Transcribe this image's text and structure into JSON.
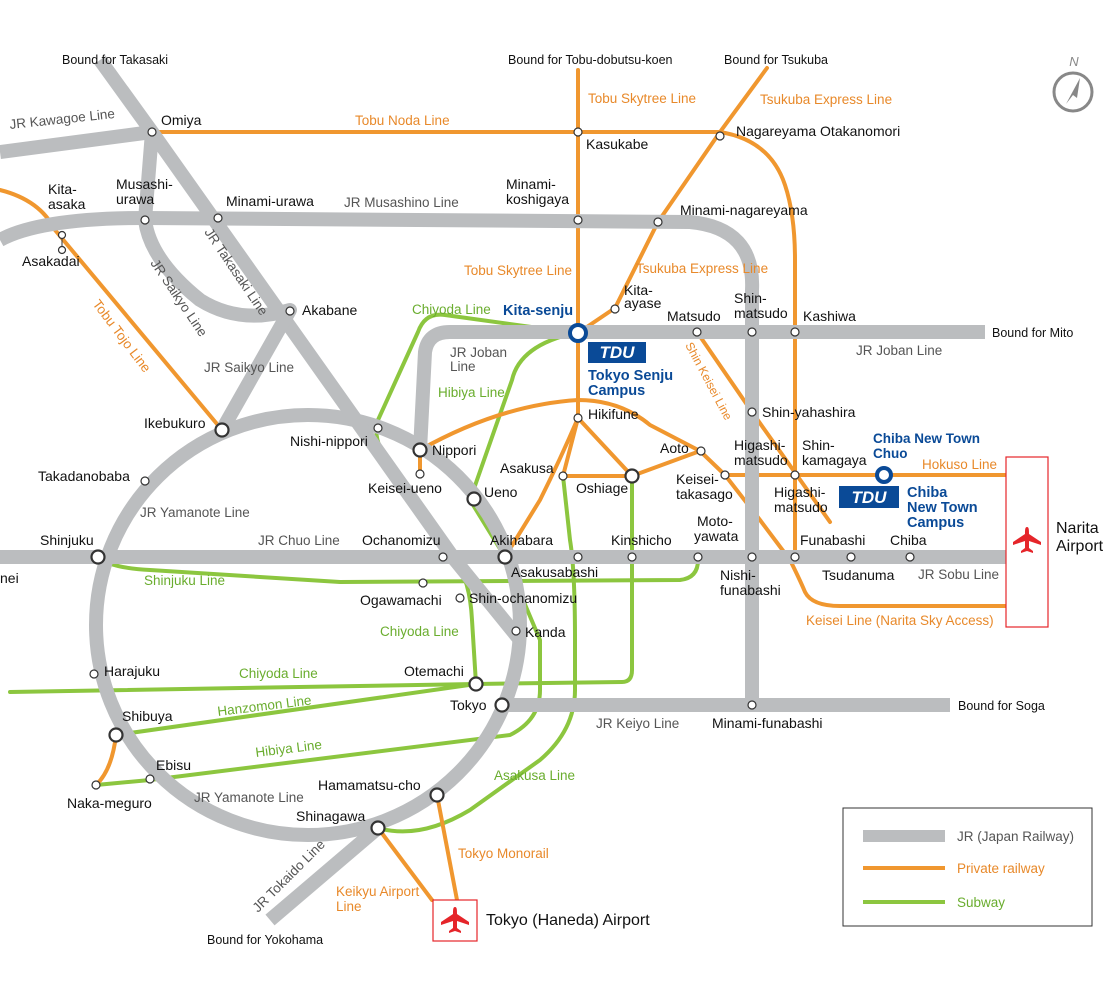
{
  "colors": {
    "jr": "#bbbdbf",
    "private": "#f0972f",
    "subway": "#8cc63f",
    "tdu": "#0a4a97",
    "airport": "#e5252a"
  },
  "bounds": {
    "takasaki": "Bound for Takasaki",
    "tobu": "Bound for Tobu-dobutsu-koen",
    "tsukuba": "Bound for Tsukuba",
    "mito": "Bound for Mito",
    "soga": "Bound for Soga",
    "yokohama": "Bound for Yokohama"
  },
  "stations": {
    "omiya": "Omiya",
    "kasukabe": "Kasukabe",
    "nagareyama": "Nagareyama Otakanomori",
    "kita_asaka": [
      "Kita-",
      "asaka"
    ],
    "asakadai": "Asakadai",
    "musashi_urawa": [
      "Musashi-",
      "urawa"
    ],
    "minami_urawa": "Minami-urawa",
    "minami_koshigaya": [
      "Minami-",
      "koshigaya"
    ],
    "minami_nagareyama": "Minami-nagareyama",
    "akabane": "Akabane",
    "kita_senju": "Kita-senju",
    "kita_ayase": [
      "Kita-",
      "ayase"
    ],
    "matsudo": "Matsudo",
    "shin_matsudo": [
      "Shin-",
      "matsudo"
    ],
    "kashiwa": "Kashiwa",
    "ikebukuro": "Ikebukuro",
    "nishi_nippori": "Nishi-nippori",
    "nippori": "Nippori",
    "keisei_ueno": "Keisei-ueno",
    "ueno": "Ueno",
    "hikifune": "Hikifune",
    "asakusa": "Asakusa",
    "oshiage": "Oshiage",
    "aoto": "Aoto",
    "keisei_takasago": [
      "Keisei-",
      "takasago"
    ],
    "shin_yahashira": "Shin-yahashira",
    "higashi_matsudo": [
      "Higashi-",
      "matsudo"
    ],
    "shin_kamagaya": [
      "Shin-",
      "kamagaya"
    ],
    "higashi_matsudo2": [
      "Higashi-",
      "matsudo"
    ],
    "takadanobaba": "Takadanobaba",
    "shinjuku": "Shinjuku",
    "ochanomizu": "Ochanomizu",
    "akihabara": "Akihabara",
    "kinshicho": "Kinshicho",
    "moto_yawata": [
      "Moto-",
      "yawata"
    ],
    "funabashi": "Funabashi",
    "chiba": "Chiba",
    "asakusabashi": "Asakusabashi",
    "nishi_funabashi": [
      "Nishi-",
      "funabashi"
    ],
    "tsudanuma": "Tsudanuma",
    "ogawamachi": "Ogawamachi",
    "shin_ochanomizu": "Shin-ochanomizu",
    "kanda": "Kanda",
    "harajuku": "Harajuku",
    "otemachi": "Otemachi",
    "tokyo": "Tokyo",
    "minami_funabashi": "Minami-funabashi",
    "shibuya": "Shibuya",
    "ebisu": "Ebisu",
    "naka_meguro": "Naka-meguro",
    "hamamatsucho": "Hamamatsu-cho",
    "shinagawa": "Shinagawa",
    "edge_left": "nei"
  },
  "lines": {
    "jr_kawagoe": "JR Kawagoe Line",
    "tobu_noda": "Tobu Noda Line",
    "tobu_skytree_top": "Tobu Skytree Line",
    "tsukuba_top": "Tsukuba Express Line",
    "jr_musashino": "JR Musashino Line",
    "jr_takasaki": "JR Takasaki Line",
    "jr_saikyo_diag": "JR Saikyo Line",
    "tobu_tojo": "Tobu Tojo Line",
    "tobu_skytree_mid": "Tobu Skytree Line",
    "tsukuba_mid": "Tsukuba Express Line",
    "chiyoda_top": "Chiyoda Line",
    "jr_joban_inner": [
      "JR Joban",
      "Line"
    ],
    "jr_joban": "JR Joban Line",
    "shin_keisei": "Shin Keisei Line",
    "jr_saikyo": "JR Saikyo Line",
    "hibiya_top": "Hibiya Line",
    "hokuso": "Hokuso Line",
    "jr_yamanote_top": "JR Yamanote Line",
    "jr_chuo": "JR Chuo Line",
    "shinjuku_line": "Shinjuku Line",
    "jr_sobu": "JR Sobu Line",
    "keisei_narita": "Keisei Line (Narita Sky Access)",
    "chiyoda_mid": "Chiyoda Line",
    "chiyoda_bottom": "Chiyoda Line",
    "hanzomon": "Hanzomon Line",
    "jr_keiyo": "JR Keiyo Line",
    "hibiya_bottom": "Hibiya Line",
    "asakusa_line": "Asakusa Line",
    "jr_yamanote_bottom": "JR Yamanote Line",
    "tokyo_monorail": "Tokyo Monorail",
    "keikyu_airport": [
      "Keikyu Airport",
      "Line"
    ],
    "jr_tokaido": "JR Tokaido Line"
  },
  "tdu": {
    "logo": "TDU",
    "senju_campus": [
      "Tokyo Senju",
      "Campus"
    ],
    "chiba_station": [
      "Chiba New Town",
      "Chuo"
    ],
    "chiba_campus": [
      "Chiba",
      "New Town",
      "Campus"
    ]
  },
  "airports": {
    "narita": [
      "Narita",
      "Airport"
    ],
    "haneda": "Tokyo (Haneda) Airport",
    "icon": "airplane-icon"
  },
  "compass": {
    "label": "N",
    "icon": "compass-north-icon"
  },
  "legend": {
    "jr": "JR (Japan Railway)",
    "private": "Private railway",
    "subway": "Subway"
  }
}
